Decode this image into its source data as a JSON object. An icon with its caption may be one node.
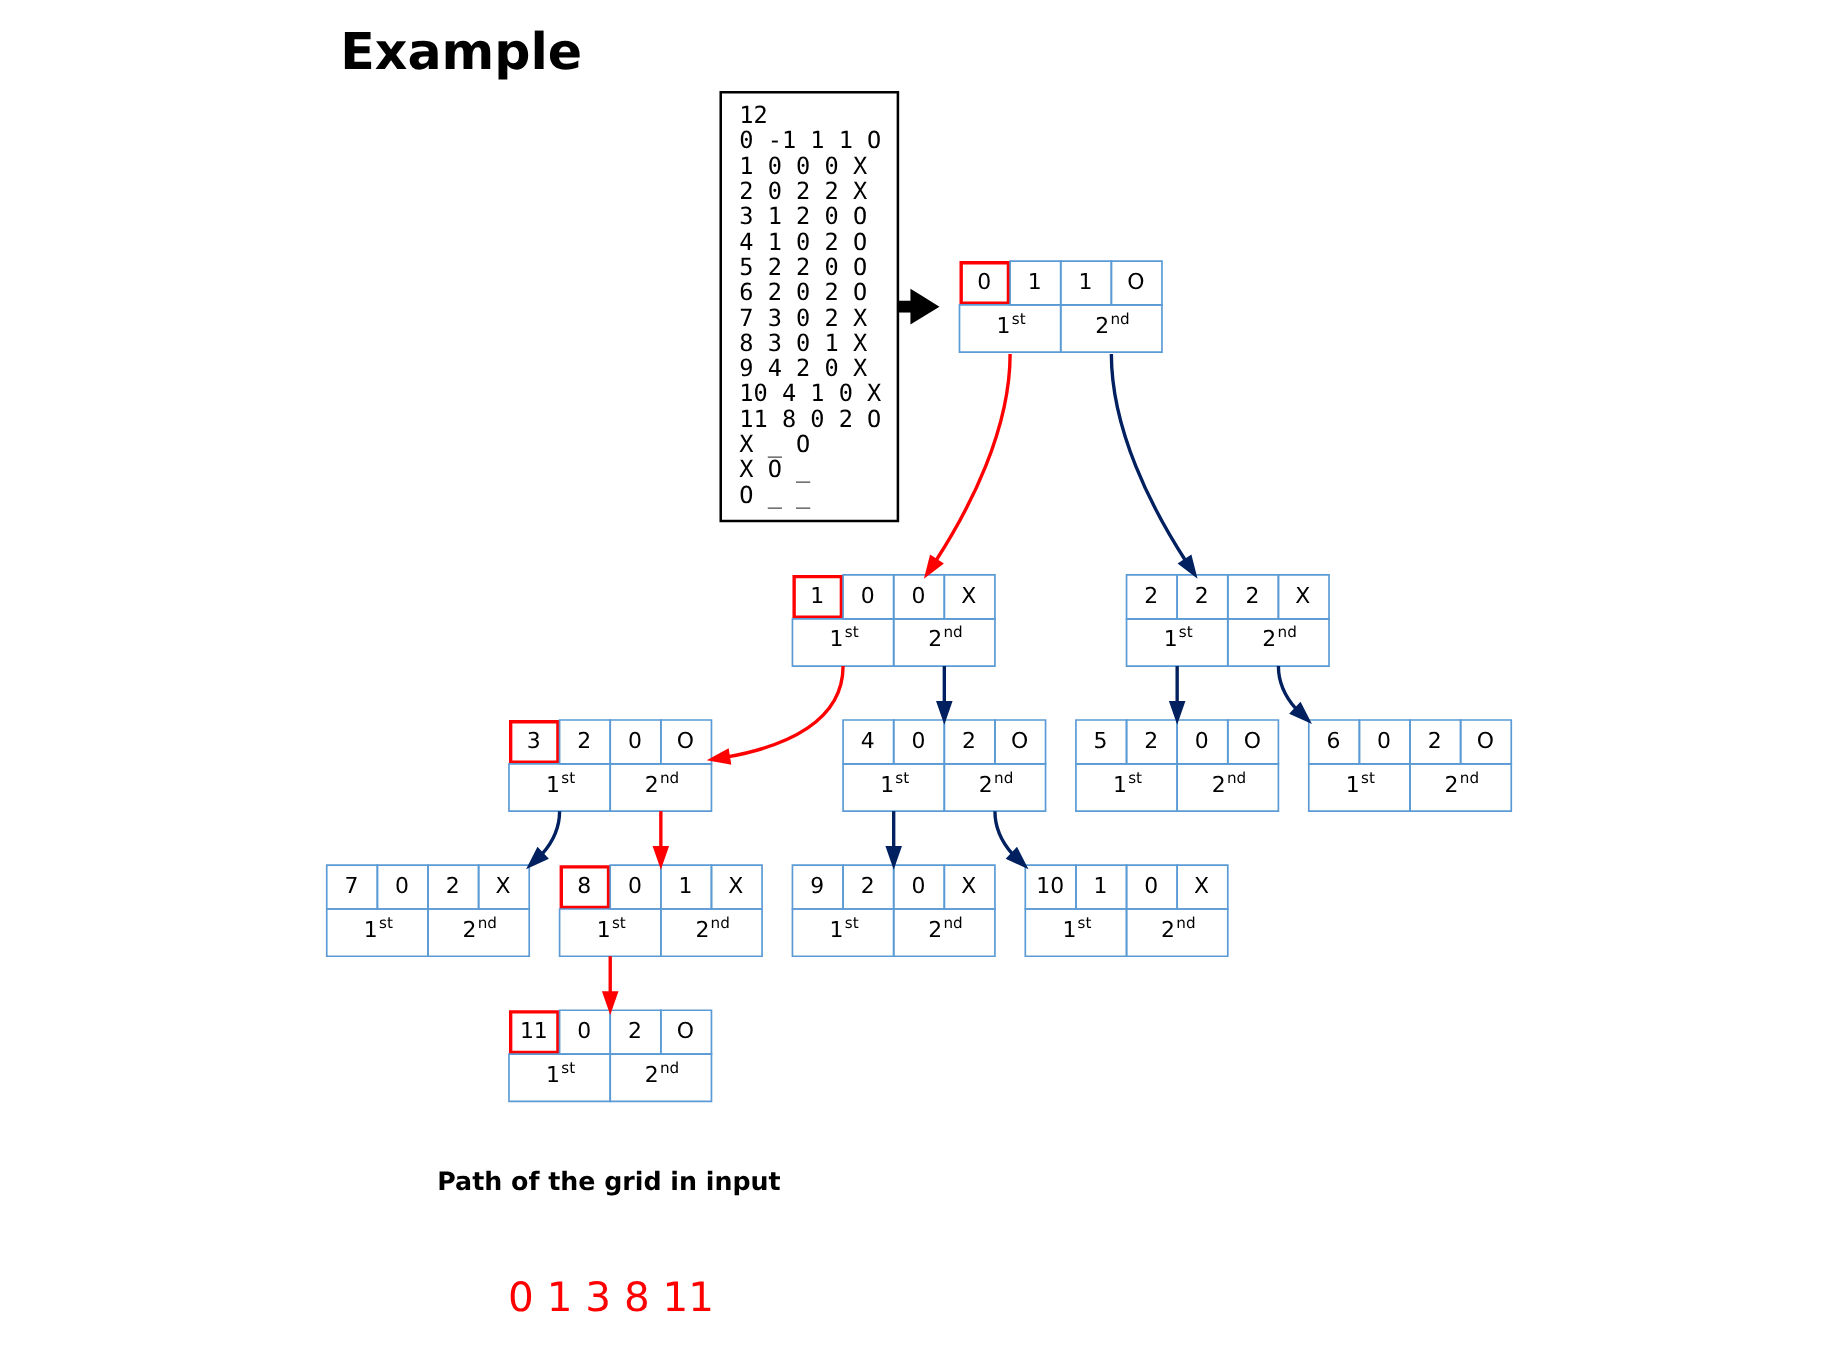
{
  "diagram": {
    "title": "Example",
    "nodes": [
      {
        "text": [
          "12",
          "0 -1 1 1 O",
          "1 0 0 0 X",
          "2 0 2 2 X",
          "3 1 2 0 O",
          "4 1 0 2 O",
          "5 2 2 0 O",
          "6 2 0 2 O",
          "7 3 0 2 X",
          "8 3 0 1 X",
          "9 4 2 0 X",
          "10 4 1 0 X",
          "11 8 0 2 O",
          "X _ O",
          "X O _",
          "O _ _"
        ]
      },
      {
        "text": [
          "0",
          "1",
          "1",
          "O",
          "1$^{st}$",
          "2$^{nd}$"
        ]
      },
      {
        "text": [
          "1",
          "0",
          "0",
          "X",
          "1$^{st}$",
          "2$^{nd}$"
        ]
      },
      {
        "text": [
          "2",
          "2",
          "2",
          "X",
          "1$^{st}$",
          "2$^{nd}$"
        ]
      },
      {
        "text": [
          "3",
          "2",
          "0",
          "O",
          "1$^{st}$",
          "2$^{nd}$"
        ]
      },
      {
        "text": [
          "4",
          "0",
          "2",
          "O",
          "1$^{st}$",
          "2$^{nd}$"
        ]
      },
      {
        "text": [
          "5",
          "2",
          "0",
          "O",
          "1$^{st}$",
          "2$^{nd}$"
        ]
      },
      {
        "text": [
          "6",
          "0",
          "2",
          "O",
          "1$^{st}$",
          "2$^{nd}$"
        ]
      },
      {
        "text": [
          "7",
          "0",
          "2",
          "X",
          "1$^{st}$",
          "2$^{nd}$"
        ]
      },
      {
        "text": [
          "8",
          "0",
          "1",
          "X",
          "1$^{st}$",
          "2$^{nd}$"
        ]
      },
      {
        "text": [
          "9",
          "2",
          "0",
          "X",
          "1$^{st}$",
          "2$^{nd}$"
        ]
      },
      {
        "text": [
          "10",
          "1",
          "0",
          "X",
          "1$^{st}$",
          "2$^{nd}$"
        ]
      },
      {
        "text": [
          "11",
          "0",
          "2",
          "O",
          "1$^{st}$",
          "2$^{nd}$"
        ]
      }
    ],
    "edges": [
      {
        "from": 0,
        "to": null,
        "arrow": "to",
        "style": "thick",
        "color": "#000000"
      },
      {
        "from": 1,
        "to": 2,
        "arrow": "to",
        "color": "#ff0000"
      },
      {
        "from": 1,
        "to": 3,
        "arrow": "to"
      },
      {
        "from": 2,
        "to": 4,
        "arrow": "to",
        "color": "#ff0000"
      },
      {
        "from": 2,
        "to": 5,
        "arrow": "to"
      },
      {
        "from": 3,
        "to": 6,
        "arrow": "to"
      },
      {
        "from": 3,
        "to": 7,
        "arrow": "to"
      },
      {
        "from": 4,
        "to": 8,
        "arrow": "to"
      },
      {
        "from": 4,
        "to": 9,
        "arrow": "to",
        "color": "#ff0000"
      },
      {
        "from": 5,
        "to": 10,
        "arrow": "to"
      },
      {
        "from": 5,
        "to": 11,
        "arrow": "to"
      },
      {
        "from": 9,
        "to": 12,
        "arrow": "to",
        "color": "#ff0000"
      }
    ],
    "labels": [
      "Path of the grid in input",
      "0 1 3 8 11"
    ]
  }
}
